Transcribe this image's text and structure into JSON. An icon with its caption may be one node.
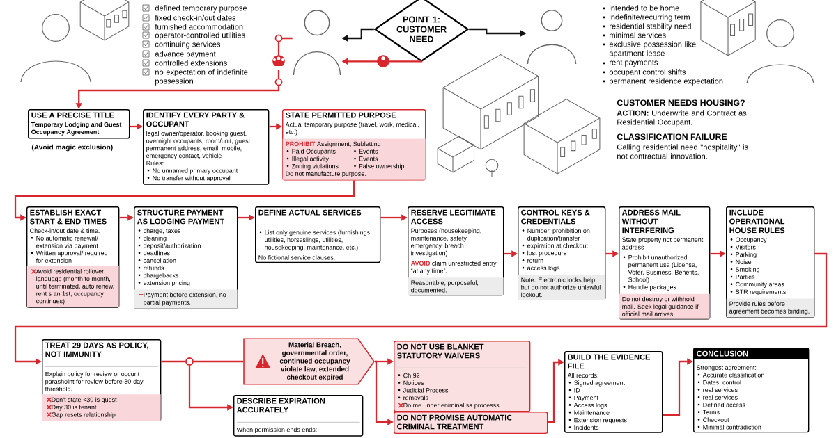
{
  "diagram": {
    "nodes": [
      {
        "text": [],
        "shape": "person"
      },
      {
        "text": [
          "POINT 1: CUSTOMER NEED"
        ]
      },
      {
        "text": [],
        "shape": "person"
      },
      {
        "text": [
          "USE A PRECISE TITLE",
          "Temporary Lodging and Guest Occupancy Agreement"
        ],
        "beside": [
          "(Avoid magic exclusion)"
        ]
      },
      {
        "text": [
          "IDENTIFY EVERY PARTY & OCCUPANT",
          "legal owner/operator, booking guest, overnight occupants, room/unit, guest permanent address, email, mobile, emergency contact, vehicle",
          "Rules:",
          "No unnamed primary occupant",
          "No transfer without approval"
        ]
      },
      {
        "text": [
          "STATE PERMITTED PURPOSE",
          "Actual temporary purpose (travel, work, medical, etc.)",
          "PROHIBIT",
          "Assignment, Subletting",
          "Paid Occupants",
          "Events",
          "Illegal activity",
          "Events",
          "Zoning violations",
          "False ownership",
          "Do not manufacture purpose."
        ]
      },
      {
        "text": [
          "ESTABLISH EXACT START & END TIMES",
          "Check-in/out date & time.",
          "No automatic renewal/ extension via payment",
          "Written approval/ required for extension",
          "Avoid residential rollover language (month to month, until terminated, auto renew, rent s an 1st, occupancy continues)"
        ]
      },
      {
        "text": [
          "STRUCTURE PAYMENT AS LODGING PAYMENT",
          "charge, taxes",
          "cleaning",
          "deposit/authorization",
          "deadlines",
          "cancellation",
          "refunds",
          "chargebacks",
          "extension pricing",
          "Payment before extension, no partial payments."
        ]
      },
      {
        "text": [
          "DEFINE ACTUAL SERVICES",
          "List only genuine services (furnishings, utilities, horseslings, utilities, housekeeping, maintenance, etc.)",
          "No fictional service clauses."
        ]
      },
      {
        "text": [
          "RESERVE LEGITIMATE ACCESS",
          "Purposes (housekeeping, maintenance, safety, emergency, breach investigation)",
          "AVOID",
          "claim unrestricted entry “at any time”.",
          "Reasonable, purposeful, documented."
        ]
      },
      {
        "text": [
          "CONTROL KEYS & CREDENTIALS",
          "Number, prohibition on duplication/transfer",
          "expiration at checkout",
          "lost procedure",
          "return",
          "access logs",
          "Note: Electronic locks help, but do not authorize unlawful lockout."
        ]
      },
      {
        "text": [
          "ADDRESS MAIL WITHOUT INTERFERING",
          "State property not permanent address",
          "Prohibit unauthorized permanent use (License, Voter, Business, Benefits, School)",
          "Handle packages",
          "Do not destroy or withhold mail. Seek legal guidance if official mail arrives."
        ]
      },
      {
        "text": [
          "INCLUDE OPERATIONAL HOUSE RULES",
          "Occupancy",
          "Visitors",
          "Parking",
          "Noise",
          "Smoking",
          "Parties",
          "Community areas",
          "STR requirements",
          "Provide rules before agreement becomes binding."
        ]
      },
      {
        "text": [
          "TREAT 29 DAYS AS POLICY, NOT IMMUNITY",
          "Explain policy for review or occunt parashoint for review before 30-day threshold.",
          "Don’t state <30 is guest",
          "Day 30 is tenant",
          "Gap resets relationship"
        ]
      },
      {
        "text": [],
        "shape": "circle"
      },
      {
        "text": [
          "Material Breach, governmental order, continued occupancy violate law, extended checkout expired"
        ]
      },
      {
        "text": [
          "DO NOT USE BLANKET STATUTORY WAIVERS",
          "Ch 92",
          "Notices",
          "Judicial Process",
          "removals",
          "Do me under eniminal sa processs"
        ]
      },
      {
        "text": [
          "DESCRIBE EXPIRATION ACCURATELY",
          "When permission ends ends:"
        ]
      },
      {
        "text": [
          "DO NOT PROMISE AUTOMATIC CRIMINAL TREATMENT"
        ]
      },
      {
        "text": [
          "BUILD THE EVIDENCE FILE",
          "All records:",
          "Signed agreement",
          "ID",
          "Payment",
          "Access logs",
          "Maintenance",
          "Extension requests",
          "Incidents"
        ]
      },
      {
        "text": [
          "CONCLUSION",
          "Strongest agreement:",
          "Accurate classification",
          "Dates, control",
          "real services",
          "real services",
          "Defined access",
          "Terms",
          "Checkout",
          "Minimal contradiction"
        ]
      }
    ],
    "edges": [
      {
        "from": 1,
        "to": 0,
        "arrow": "to",
        "color": "#111111"
      },
      {
        "from": 1,
        "to": 2,
        "arrow": "to",
        "color": "#111111"
      },
      {
        "from": 1,
        "to": 0,
        "arrow": "to"
      },
      {
        "from": 0,
        "to": 3,
        "arrow": "to"
      },
      {
        "from": 3,
        "to": 4,
        "arrow": "to"
      },
      {
        "from": 4,
        "to": 5,
        "arrow": "to"
      },
      {
        "from": 5,
        "to": 6,
        "arrow": "to"
      },
      {
        "from": 6,
        "to": 7,
        "arrow": "to"
      },
      {
        "from": 7,
        "to": 8,
        "arrow": "to"
      },
      {
        "from": 8,
        "to": 9,
        "arrow": "to"
      },
      {
        "from": 9,
        "to": 10,
        "arrow": "to"
      },
      {
        "from": 10,
        "to": 11,
        "arrow": "to"
      },
      {
        "from": 11,
        "to": 12,
        "arrow": "to"
      },
      {
        "from": 12,
        "to": 13,
        "arrow": "to"
      },
      {
        "from": 13,
        "to": 14,
        "arrow": "none"
      },
      {
        "from": 14,
        "to": 15,
        "arrow": "none"
      },
      {
        "from": 14,
        "to": 17,
        "arrow": "to"
      },
      {
        "from": 15,
        "to": 16,
        "arrow": "to"
      },
      {
        "from": 15,
        "to": 18,
        "arrow": "to"
      },
      {
        "from": 18,
        "to": 19,
        "arrow": "to"
      },
      {
        "from": 19,
        "to": 20,
        "arrow": "to"
      }
    ],
    "labels": [
      "defined temporary purpose",
      "fixed check-in/out dates",
      "furnished accommodation",
      "operator-controlled utilities",
      "continuing services",
      "advance payment",
      "controlled extensions",
      "no expectation of indefinite possession",
      "intended to be home",
      "indefinite/recurring term",
      "residential stability need",
      "minimal services",
      "exclusive possession like apartment lease",
      "rent payments",
      "occupant control shifts",
      "permanent residence expectation",
      "CUSTOMER NEEDS HOUSING?",
      "**ACTION:** Underwrite and Contract as Residential Occupant.",
      "CLASSIFICATION FAILURE",
      "Calling residential need \"hospitality\" is not contractual innovation."
    ]
  }
}
